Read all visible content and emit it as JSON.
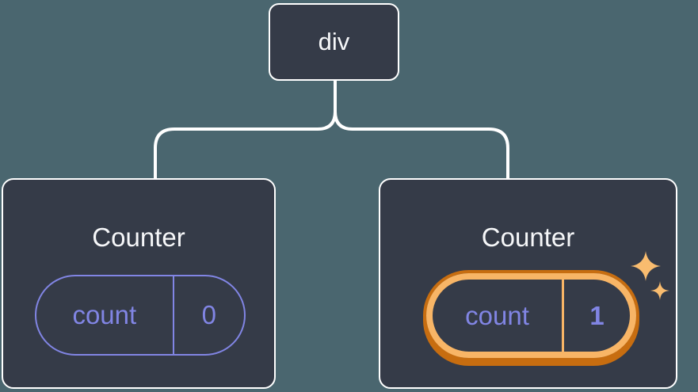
{
  "diagram": {
    "description": "React component tree with root div and two Counter children",
    "tree": {
      "root": {
        "label": "div"
      },
      "children": [
        {
          "title": "Counter",
          "state": {
            "key": "count",
            "value": "0"
          },
          "highlighted": false
        },
        {
          "title": "Counter",
          "state": {
            "key": "count",
            "value": "1"
          },
          "highlighted": true
        }
      ]
    },
    "colors": {
      "background": "#4a666f",
      "node_fill": "#353b48",
      "node_border": "#ffffff",
      "connector": "#ffffff",
      "state_purple": "#8185e4",
      "highlight_orange": "#f8b566",
      "highlight_orange_dark": "#c76d10",
      "sparkle": "#f9bc6f",
      "text_light": "#f6f7f9"
    },
    "icons": [
      {
        "name": "sparkles-icon",
        "meaning": "state updated / highlighted"
      }
    ]
  }
}
